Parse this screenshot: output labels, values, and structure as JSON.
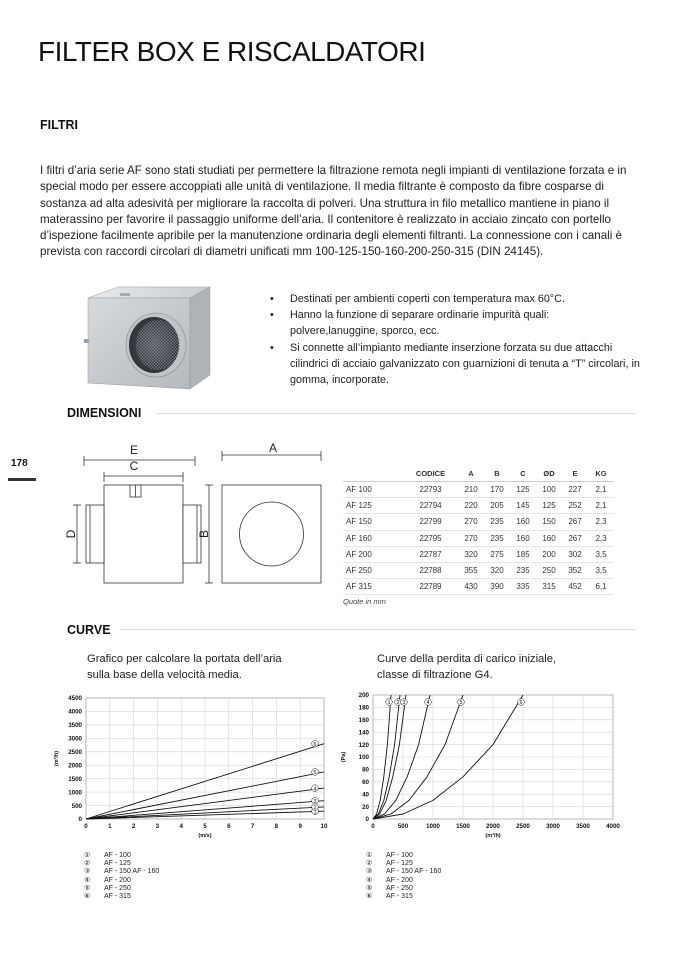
{
  "page": {
    "title": "FILTER BOX E RISCALDATORI",
    "section_filtri": "FILTRI",
    "page_number": "178"
  },
  "intro": {
    "text": "I filtri d’aria serie AF sono stati studiati per permettere la filtrazione remota negli impianti di ventilazione forzata e in special modo per essere accoppiati alle unità di ventilazione. Il media filtrante è composto da fibre cosparse di sostanza ad alta adesività per migliorare la raccolta di polveri. Una struttura in filo metallico mantiene in piano il materassino per favorire il passaggio uniforme dell’aria. Il contenitore è realizzato in acciaio zincato con portello d’ispezione facilmente apribile per la manutenzione ordinaria degli elementi filtranti. La connessione con i canali è prevista con raccordi circolari di diametri unificati mm 100-125-150-160-200-250-315 (DIN 24145)."
  },
  "bullets": [
    "Destinati per ambienti coperti con temperatura max 60°C.",
    "Hanno la funzione di separare ordinarie impurità quali: polvere,lanuggine, sporco, ecc.",
    "Si connette all’impianto mediante inserzione forzata su due attacchi cilindrici di acciaio galvanizzato con guarnizioni di tenuta a “T” circolari, in gomma, incorporate."
  ],
  "dimensions": {
    "title": "DIMENSIONI",
    "drawing_labels": {
      "E": "E",
      "C": "C",
      "D": "D",
      "A": "A",
      "B": "B"
    },
    "headers": [
      "",
      "CODICE",
      "A",
      "B",
      "C",
      "ØD",
      "E",
      "KG"
    ],
    "rows": [
      [
        "AF 100",
        "22793",
        "210",
        "170",
        "125",
        "100",
        "227",
        "2,1"
      ],
      [
        "AF 125",
        "22794",
        "220",
        "205",
        "145",
        "125",
        "252",
        "2,1"
      ],
      [
        "AF 150",
        "22799",
        "270",
        "235",
        "160",
        "150",
        "267",
        "2,3"
      ],
      [
        "AF 160",
        "22795",
        "270",
        "235",
        "160",
        "160",
        "267",
        "2,3"
      ],
      [
        "AF 200",
        "22787",
        "320",
        "275",
        "185",
        "200",
        "302",
        "3,5"
      ],
      [
        "AF 250",
        "22788",
        "355",
        "320",
        "235",
        "250",
        "352",
        "3,5"
      ],
      [
        "AF 315",
        "22789",
        "430",
        "390",
        "335",
        "315",
        "452",
        "6,1"
      ]
    ],
    "note": "Quote in mm"
  },
  "curve": {
    "title": "CURVE",
    "caption_left": "Grafico per calcolare la portata dell’aria sulla base della velocità media.",
    "caption_right": "Curve della perdita di carico iniziale, classe di filtrazione G4.",
    "legend": [
      {
        "num": "①",
        "label": "AF - 100"
      },
      {
        "num": "②",
        "label": "AF - 125"
      },
      {
        "num": "③",
        "label": "AF - 150  AF - 160"
      },
      {
        "num": "④",
        "label": "AF - 200"
      },
      {
        "num": "⑤",
        "label": "AF - 250"
      },
      {
        "num": "⑥",
        "label": "AF - 315"
      }
    ]
  },
  "chart_data": [
    {
      "type": "line",
      "xlabel": "(m/s)",
      "ylabel": "(m³/h)",
      "xlim": [
        0,
        10
      ],
      "ylim": [
        0,
        4500
      ],
      "xticks": [
        0,
        1,
        2,
        3,
        4,
        5,
        6,
        7,
        8,
        9,
        10
      ],
      "yticks": [
        0,
        500,
        1000,
        1500,
        2000,
        2500,
        3000,
        3500,
        4000,
        4500
      ],
      "grid": true,
      "series": [
        {
          "name": "①",
          "x": [
            0,
            10
          ],
          "y": [
            0,
            290
          ]
        },
        {
          "name": "②",
          "x": [
            0,
            10
          ],
          "y": [
            0,
            450
          ]
        },
        {
          "name": "③",
          "x": [
            0,
            10
          ],
          "y": [
            0,
            680
          ]
        },
        {
          "name": "④",
          "x": [
            0,
            10
          ],
          "y": [
            0,
            1150
          ]
        },
        {
          "name": "⑤",
          "x": [
            0,
            10
          ],
          "y": [
            0,
            1750
          ]
        },
        {
          "name": "⑥",
          "x": [
            0,
            10
          ],
          "y": [
            0,
            2800
          ]
        }
      ]
    },
    {
      "type": "line",
      "xlabel": "(m³/h)",
      "ylabel": "(Pa)",
      "xlim": [
        0,
        4000
      ],
      "ylim": [
        0,
        200
      ],
      "xticks": [
        0,
        500,
        1000,
        1500,
        2000,
        2500,
        3000,
        3500,
        4000
      ],
      "yticks": [
        0,
        20,
        40,
        60,
        80,
        100,
        120,
        140,
        160,
        180,
        200
      ],
      "grid": true,
      "series": [
        {
          "name": "①",
          "x": [
            0,
            60,
            120,
            180,
            240,
            300
          ],
          "y": [
            0,
            8,
            30,
            68,
            120,
            200
          ]
        },
        {
          "name": "②",
          "x": [
            0,
            90,
            180,
            270,
            360,
            450
          ],
          "y": [
            0,
            8,
            30,
            68,
            120,
            200
          ]
        },
        {
          "name": "③",
          "x": [
            0,
            110,
            220,
            330,
            440,
            550
          ],
          "y": [
            0,
            8,
            30,
            68,
            120,
            200
          ]
        },
        {
          "name": "④",
          "x": [
            0,
            190,
            380,
            570,
            760,
            950
          ],
          "y": [
            0,
            8,
            30,
            68,
            120,
            200
          ]
        },
        {
          "name": "⑤",
          "x": [
            0,
            300,
            600,
            900,
            1200,
            1500
          ],
          "y": [
            0,
            8,
            30,
            68,
            120,
            200
          ]
        },
        {
          "name": "⑥",
          "x": [
            0,
            500,
            1000,
            1500,
            2000,
            2500
          ],
          "y": [
            0,
            8,
            30,
            68,
            120,
            200
          ]
        }
      ]
    }
  ]
}
